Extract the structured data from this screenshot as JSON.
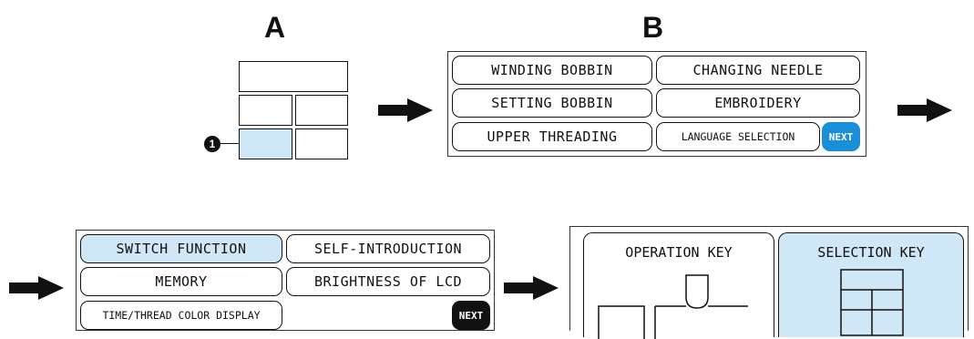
{
  "panel_a": {
    "label": "A",
    "callout": "1"
  },
  "panel_b": {
    "label": "B",
    "keys": {
      "winding_bobbin": "WINDING BOBBIN",
      "changing_needle": "CHANGING NEEDLE",
      "setting_bobbin": "SETTING BOBBIN",
      "embroidery": "EMBROIDERY",
      "upper_threading": "UPPER THREADING",
      "language_selection": "LANGUAGE SELECTION",
      "next": "NEXT"
    }
  },
  "panel_c": {
    "keys": {
      "switch_function": "SWITCH FUNCTION",
      "self_introduction": "SELF-INTRODUCTION",
      "memory": "MEMORY",
      "brightness": "BRIGHTNESS OF LCD",
      "time_thread": "TIME/THREAD COLOR DISPLAY",
      "next": "NEXT"
    }
  },
  "panel_d": {
    "tabs": {
      "operation_key": "OPERATION KEY",
      "selection_key": "SELECTION KEY"
    }
  },
  "colors": {
    "highlight": "#cfe7f7",
    "next_blue": "#1a8fd8",
    "next_black": "#111111"
  }
}
